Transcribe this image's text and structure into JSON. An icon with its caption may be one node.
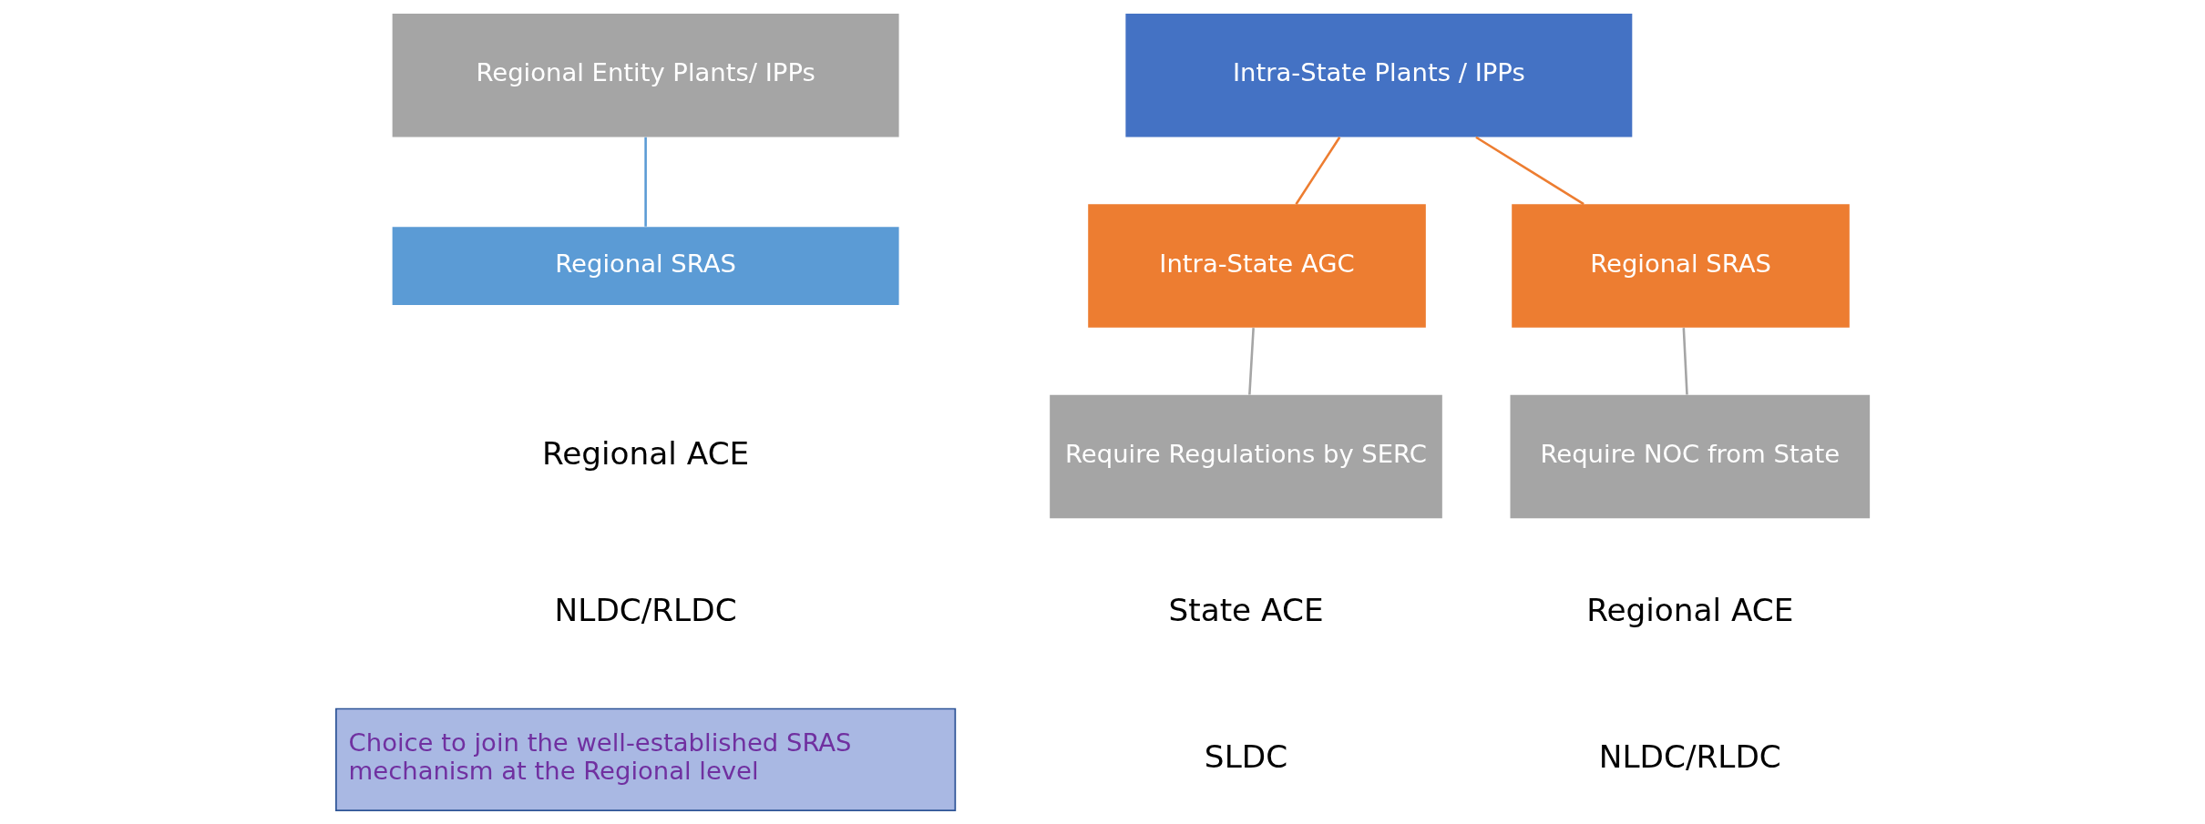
{
  "diagram": {
    "nodes": [
      {
        "text": [
          "Regional Entity Plants/ IPPs"
        ]
      },
      {
        "text": [
          "Regional SRAS"
        ]
      },
      {
        "text": [
          "Intra-State Plants / IPPs"
        ]
      },
      {
        "text": [
          "Intra-State AGC"
        ]
      },
      {
        "text": [
          "Regional SRAS"
        ]
      },
      {
        "text": [
          "Require Regulations by SERC"
        ]
      },
      {
        "text": [
          "Require NOC from State"
        ]
      },
      {
        "text": [
          "Choice to join the well-established SRAS mechanism at the Regional level"
        ]
      }
    ],
    "edges": [
      {
        "from": 0,
        "to": 1,
        "arrow": "none",
        "color": "#5b9bd5"
      },
      {
        "from": 2,
        "to": 3,
        "arrow": "none",
        "color": "#ed7d31"
      },
      {
        "from": 2,
        "to": 4,
        "arrow": "none",
        "color": "#ed7d31"
      },
      {
        "from": 3,
        "to": 5,
        "arrow": "none",
        "color": "#a5a5a5"
      },
      {
        "from": 4,
        "to": 6,
        "arrow": "none",
        "color": "#a5a5a5"
      }
    ],
    "labels": [
      "Regional ACE",
      "NLDC/RLDC",
      "State ACE",
      "SLDC",
      "Regional ACE",
      "NLDC/RLDC"
    ]
  }
}
